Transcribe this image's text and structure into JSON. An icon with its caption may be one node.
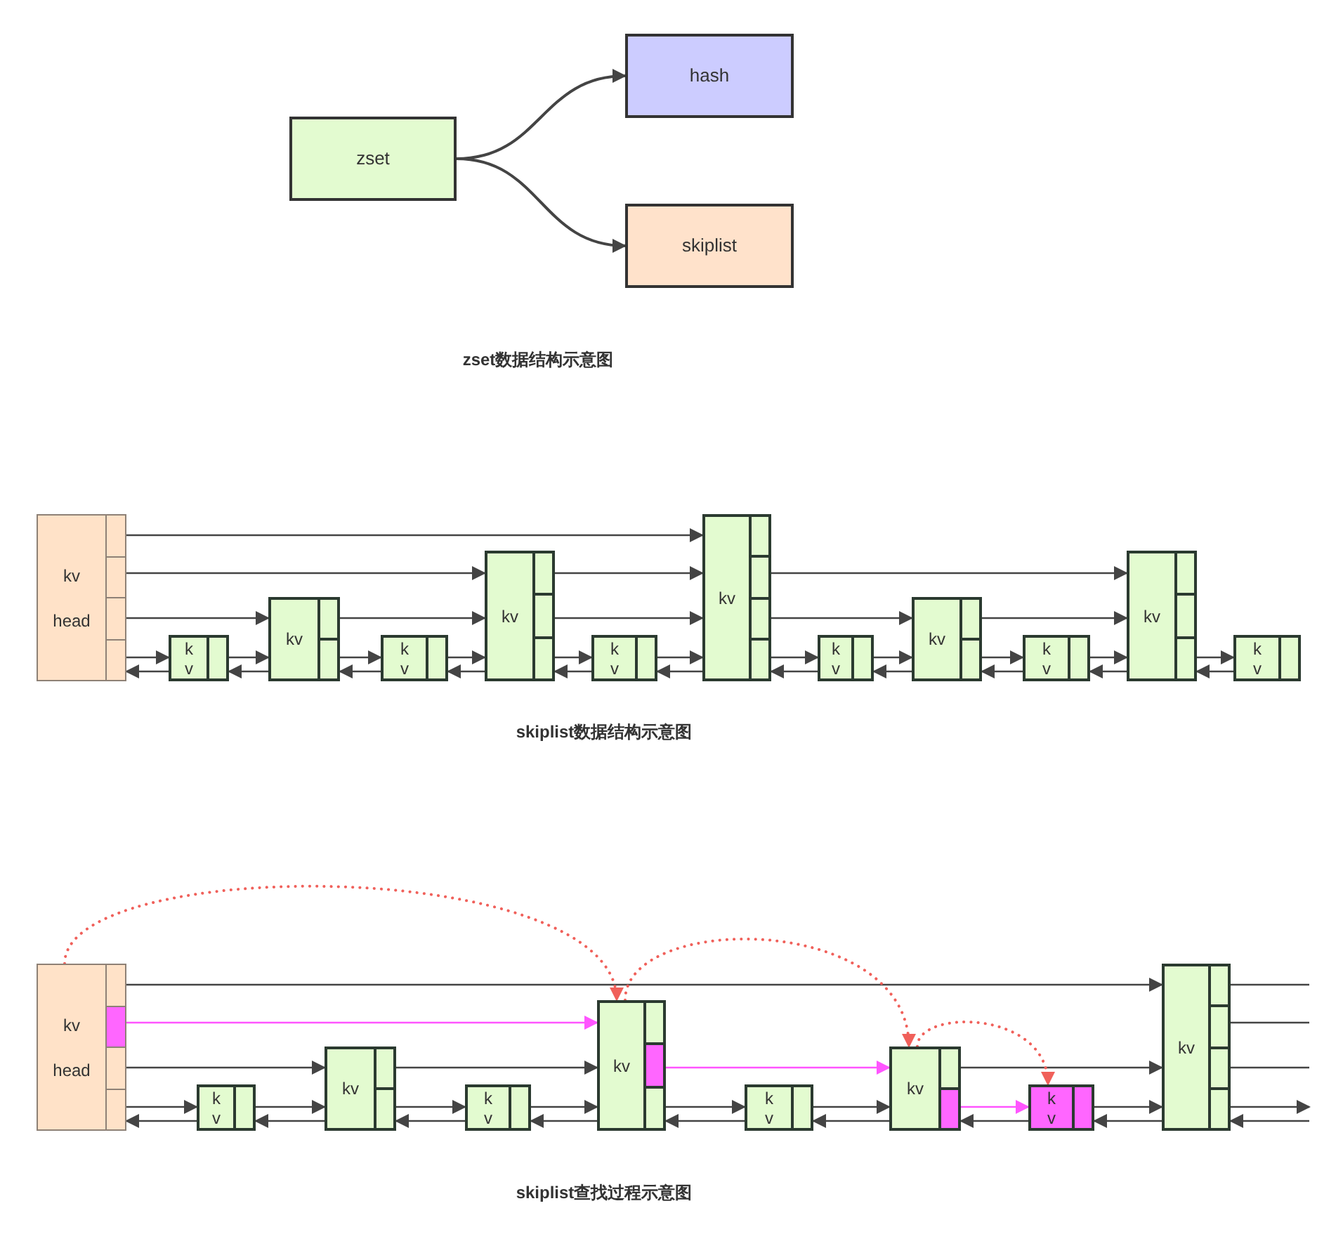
{
  "diagram": {
    "nodes": [
      {
        "text": [
          "zset"
        ]
      },
      {
        "text": [
          "hash"
        ]
      },
      {
        "text": [
          "skiplist"
        ]
      },
      {
        "text": [
          "kv",
          "head"
        ]
      },
      {
        "text": [
          "k",
          "v"
        ]
      },
      {
        "text": [
          "kv"
        ]
      },
      {
        "text": [
          "k",
          "v"
        ]
      },
      {
        "text": [
          "kv"
        ]
      },
      {
        "text": [
          "k",
          "v"
        ]
      },
      {
        "text": [
          "kv"
        ]
      },
      {
        "text": [
          "k",
          "v"
        ]
      },
      {
        "text": [
          "kv"
        ]
      },
      {
        "text": [
          "k",
          "v"
        ]
      },
      {
        "text": [
          "kv"
        ]
      },
      {
        "text": [
          "k",
          "v"
        ]
      },
      {
        "text": [
          "kv",
          "head"
        ]
      },
      {
        "text": [
          "k",
          "v"
        ]
      },
      {
        "text": [
          "kv"
        ]
      },
      {
        "text": [
          "k",
          "v"
        ]
      },
      {
        "text": [
          "kv"
        ]
      },
      {
        "text": [
          "k",
          "v"
        ]
      },
      {
        "text": [
          "kv"
        ]
      },
      {
        "text": [
          "k",
          "v"
        ]
      },
      {
        "text": [
          "kv"
        ]
      }
    ],
    "edges": [
      {
        "from": 0,
        "to": 1,
        "arrow": "to"
      },
      {
        "from": 0,
        "to": 2,
        "arrow": "to"
      },
      {
        "from": 3,
        "to": 9,
        "arrow": "to"
      },
      {
        "from": 3,
        "to": 7,
        "arrow": "to"
      },
      {
        "from": 7,
        "to": 9,
        "arrow": "to"
      },
      {
        "from": 9,
        "to": 13,
        "arrow": "to"
      },
      {
        "from": 3,
        "to": 5,
        "arrow": "to"
      },
      {
        "from": 5,
        "to": 7,
        "arrow": "to"
      },
      {
        "from": 7,
        "to": 9,
        "arrow": "to"
      },
      {
        "from": 9,
        "to": 11,
        "arrow": "to"
      },
      {
        "from": 11,
        "to": 13,
        "arrow": "to"
      },
      {
        "from": 3,
        "to": 4,
        "arrow": "to"
      },
      {
        "from": 4,
        "to": 5,
        "arrow": "to"
      },
      {
        "from": 5,
        "to": 6,
        "arrow": "to"
      },
      {
        "from": 6,
        "to": 7,
        "arrow": "to"
      },
      {
        "from": 7,
        "to": 8,
        "arrow": "to"
      },
      {
        "from": 8,
        "to": 9,
        "arrow": "to"
      },
      {
        "from": 9,
        "to": 10,
        "arrow": "to"
      },
      {
        "from": 10,
        "to": 11,
        "arrow": "to"
      },
      {
        "from": 11,
        "to": 12,
        "arrow": "to"
      },
      {
        "from": 12,
        "to": 13,
        "arrow": "to"
      },
      {
        "from": 13,
        "to": 14,
        "arrow": "to"
      },
      {
        "from": 4,
        "to": 3,
        "arrow": "to"
      },
      {
        "from": 5,
        "to": 4,
        "arrow": "to"
      },
      {
        "from": 6,
        "to": 5,
        "arrow": "to"
      },
      {
        "from": 7,
        "to": 6,
        "arrow": "to"
      },
      {
        "from": 8,
        "to": 7,
        "arrow": "to"
      },
      {
        "from": 9,
        "to": 8,
        "arrow": "to"
      },
      {
        "from": 10,
        "to": 9,
        "arrow": "to"
      },
      {
        "from": 11,
        "to": 10,
        "arrow": "to"
      },
      {
        "from": 12,
        "to": 11,
        "arrow": "to"
      },
      {
        "from": 13,
        "to": 12,
        "arrow": "to"
      },
      {
        "from": 14,
        "to": 13,
        "arrow": "to"
      },
      {
        "from": 15,
        "to": 23,
        "arrow": "to"
      },
      {
        "from": 23,
        "to": null,
        "arrow": "none"
      },
      {
        "from": 15,
        "to": 19,
        "arrow": "to",
        "color": "#ff55ff"
      },
      {
        "from": 23,
        "to": null,
        "arrow": "none"
      },
      {
        "from": 15,
        "to": 17,
        "arrow": "to"
      },
      {
        "from": 17,
        "to": 19,
        "arrow": "to"
      },
      {
        "from": 19,
        "to": 21,
        "arrow": "to",
        "color": "#ff55ff"
      },
      {
        "from": 21,
        "to": 23,
        "arrow": "to"
      },
      {
        "from": 23,
        "to": null,
        "arrow": "none"
      },
      {
        "from": 15,
        "to": 16,
        "arrow": "to"
      },
      {
        "from": 16,
        "to": 17,
        "arrow": "to"
      },
      {
        "from": 17,
        "to": 18,
        "arrow": "to"
      },
      {
        "from": 18,
        "to": 19,
        "arrow": "to"
      },
      {
        "from": 19,
        "to": 20,
        "arrow": "to"
      },
      {
        "from": 20,
        "to": 21,
        "arrow": "to"
      },
      {
        "from": 21,
        "to": 22,
        "arrow": "to",
        "color": "#ff55ff"
      },
      {
        "from": 22,
        "to": 23,
        "arrow": "to"
      },
      {
        "from": 23,
        "to": null,
        "arrow": "to"
      },
      {
        "from": 16,
        "to": 15,
        "arrow": "to"
      },
      {
        "from": 17,
        "to": 16,
        "arrow": "to"
      },
      {
        "from": 18,
        "to": 17,
        "arrow": "to"
      },
      {
        "from": 19,
        "to": 18,
        "arrow": "to"
      },
      {
        "from": 20,
        "to": 19,
        "arrow": "to"
      },
      {
        "from": 21,
        "to": 20,
        "arrow": "to"
      },
      {
        "from": 22,
        "to": 21,
        "arrow": "to"
      },
      {
        "from": 23,
        "to": 22,
        "arrow": "to"
      },
      {
        "from": null,
        "to": 23,
        "arrow": "to"
      },
      {
        "from": 15,
        "to": 19,
        "arrow": "to",
        "style": "dashed",
        "color": "#f0605a"
      },
      {
        "from": 19,
        "to": 21,
        "arrow": "to",
        "style": "dashed",
        "color": "#f0605a"
      },
      {
        "from": 21,
        "to": 22,
        "arrow": "to",
        "style": "dashed",
        "color": "#f0605a"
      }
    ],
    "labels": [
      "zset数据结构示意图",
      "skiplist数据结构示意图",
      "skiplist查找过程示意图"
    ]
  }
}
